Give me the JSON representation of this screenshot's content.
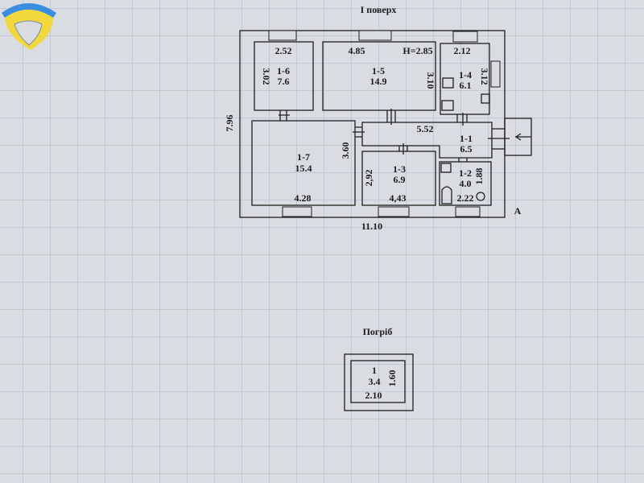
{
  "floor_title": "I поверх",
  "cellar_title": "Погріб",
  "overall": {
    "width": "11.10",
    "depth": "7.96",
    "section_mark": "А"
  },
  "ceiling_height": "H=2.85",
  "rooms": [
    {
      "id": "1-6",
      "area": "7.6",
      "w": "2.52",
      "h": "3.02"
    },
    {
      "id": "1-5",
      "area": "14.9",
      "w": "4.85",
      "h": "3.10"
    },
    {
      "id": "1-4",
      "area": "6.1",
      "w": "2.12",
      "h": "3.12"
    },
    {
      "id": "1-7",
      "area": "15.4",
      "w": "4.28",
      "h": "3.60"
    },
    {
      "id": "1-1",
      "area": "6.5",
      "w": "5.52"
    },
    {
      "id": "1-3",
      "area": "6.9",
      "w": "4,43",
      "h": "2,92"
    },
    {
      "id": "1-2",
      "area": "4.0",
      "w": "2.22",
      "h": "1.88"
    }
  ],
  "cellar": {
    "id": "1",
    "area": "3.4",
    "w": "2.10",
    "h": "1.60"
  },
  "colors": {
    "paper": "#d9dde2",
    "grid": "#b9c6d6",
    "ink": "#1e1e1e",
    "logo_blue": "#3a8ee0",
    "logo_yellow": "#f2d83a"
  }
}
